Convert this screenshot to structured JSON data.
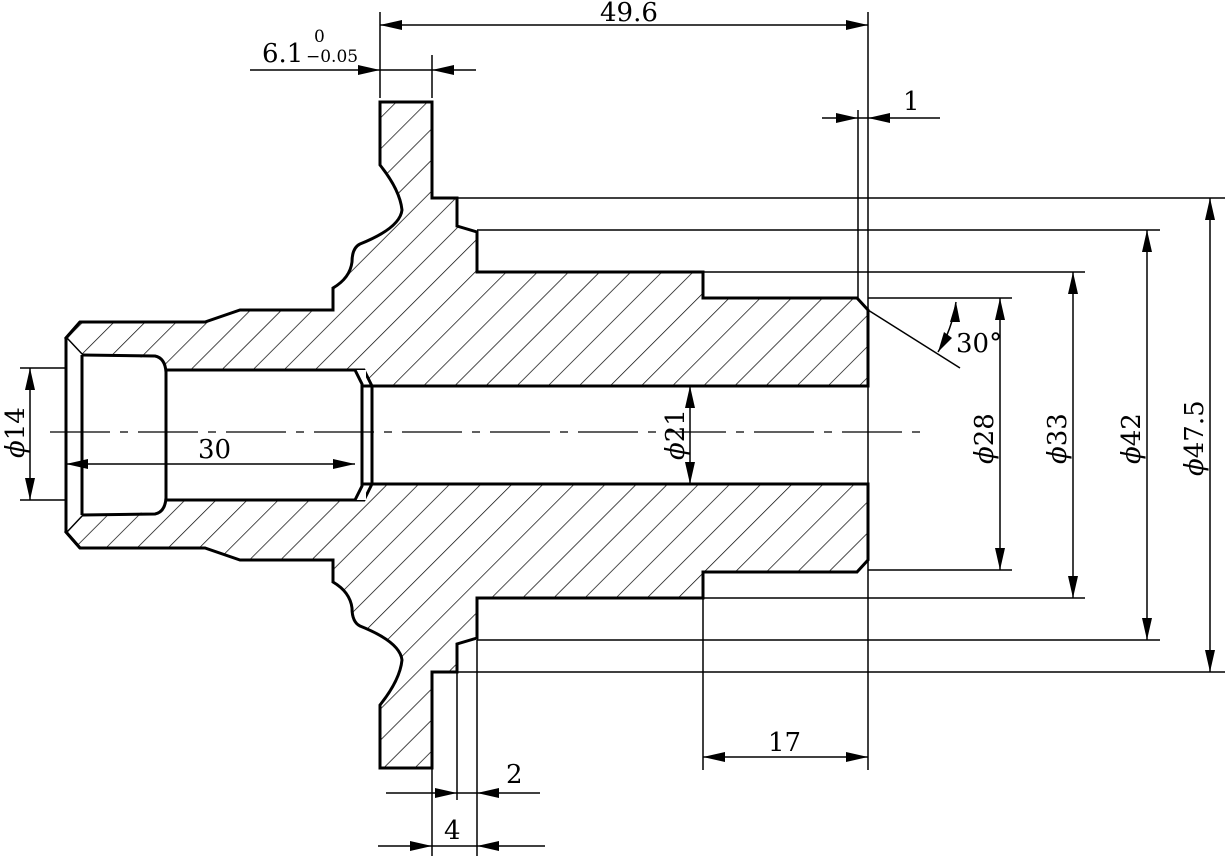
{
  "colors": {
    "line": "#000000",
    "background": "#ffffff"
  },
  "dimensions": {
    "overall_length": "49.6",
    "flange_thickness": "6.1",
    "flange_tol_upper": "0",
    "flange_tol_lower": "−0.05",
    "chamfer_length": "1",
    "chamfer_angle": "30°",
    "bore_depth": "30",
    "step_length": "17",
    "groove_width": "2",
    "groove_offset": "4",
    "dia_bore_small": "14",
    "dia_bore_main": "21",
    "dia_28": "28",
    "dia_33": "33",
    "dia_42": "42",
    "dia_47_5": "47.5",
    "phi_symbol": "ϕ"
  }
}
